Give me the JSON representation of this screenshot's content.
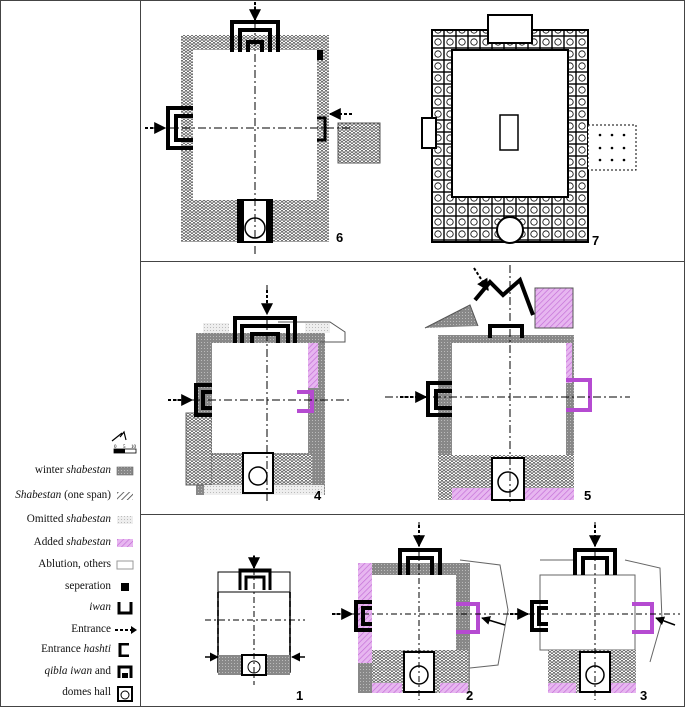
{
  "legend": {
    "items": [
      {
        "key": "winter",
        "pre": "winter ",
        "ital": "shabestan",
        "post": ""
      },
      {
        "key": "oneSpan",
        "pre": "",
        "ital": "Shabestan",
        "post": " (one span)"
      },
      {
        "key": "omitted",
        "pre": "Omitted ",
        "ital": "shabestan",
        "post": ""
      },
      {
        "key": "added",
        "pre": "Added ",
        "ital": "shabestan",
        "post": ""
      },
      {
        "key": "ablution",
        "pre": "Ablution, others",
        "ital": "",
        "post": ""
      },
      {
        "key": "separation",
        "pre": "seperation",
        "ital": "",
        "post": ""
      },
      {
        "key": "iwan",
        "pre": "",
        "ital": "iwan",
        "post": ""
      },
      {
        "key": "entrance",
        "pre": "Entrance",
        "ital": "",
        "post": ""
      },
      {
        "key": "hashti",
        "pre": "Entrance ",
        "ital": "hashti",
        "post": ""
      },
      {
        "key": "qibla",
        "pre": "",
        "ital": "qibla iwan",
        "post": " and"
      },
      {
        "key": "domes",
        "pre": "domes hall",
        "ital": "",
        "post": ""
      }
    ]
  },
  "plans": {
    "p1": "1",
    "p2": "2",
    "p3": "3",
    "p4": "4",
    "p5": "5",
    "p6": "6",
    "p7": "7"
  },
  "scale": {
    "ticks": [
      "0",
      "5",
      "10"
    ]
  },
  "colors": {
    "added": "#d78be8",
    "wall": "#000000",
    "hatch": "#555555",
    "omitted": "#d8d8d8"
  }
}
